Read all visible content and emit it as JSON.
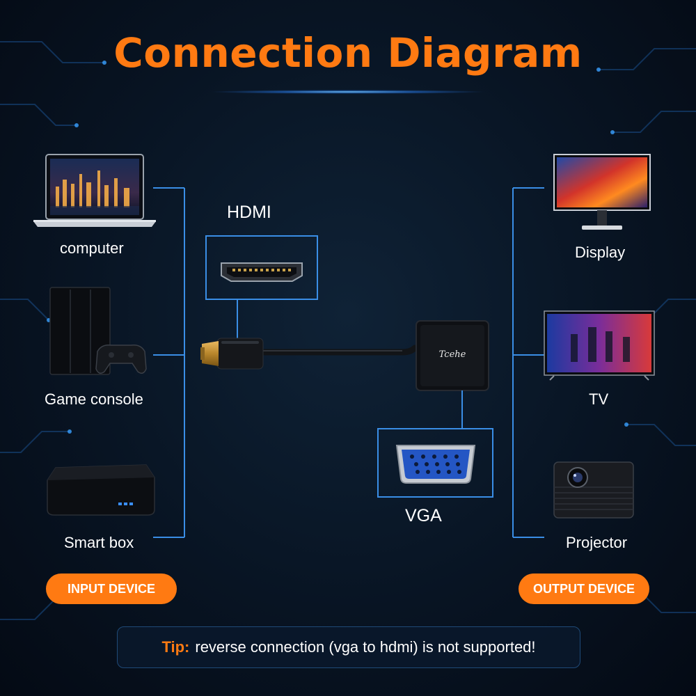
{
  "title": "Connection Diagram",
  "input_devices": [
    {
      "label": "computer",
      "icon": "laptop-icon"
    },
    {
      "label": "Game console",
      "icon": "game-console-icon"
    },
    {
      "label": "Smart box",
      "icon": "smart-box-icon"
    }
  ],
  "output_devices": [
    {
      "label": "Display",
      "icon": "monitor-icon"
    },
    {
      "label": "TV",
      "icon": "tv-icon"
    },
    {
      "label": "Projector",
      "icon": "projector-icon"
    }
  ],
  "ports": {
    "hdmi": "HDMI",
    "vga": "VGA"
  },
  "adapter_logo": "Tcehe",
  "badges": {
    "input": "INPUT DEVICE",
    "output": "OUTPUT DEVICE"
  },
  "tip": {
    "key": "Tip:",
    "text": "reverse connection (vga to hdmi) is not supported!"
  },
  "colors": {
    "accent": "#ff7a12",
    "line": "#3a8ee6",
    "background": "#081423",
    "vga_port": "#2456c4"
  }
}
